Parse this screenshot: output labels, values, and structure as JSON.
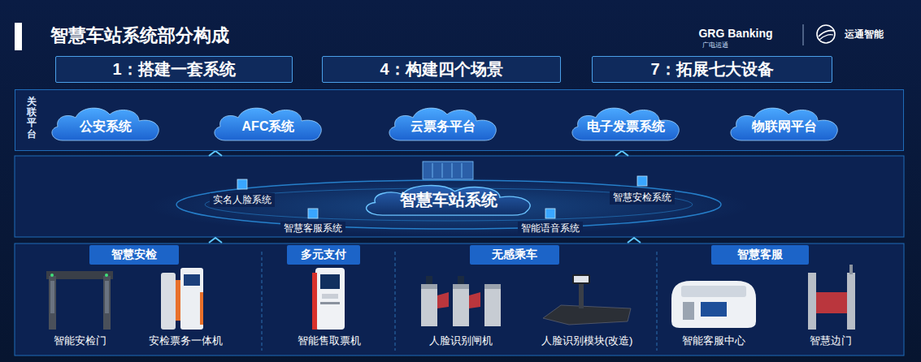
{
  "diagram": {
    "title": "智慧车站系统部分构成",
    "nodes": [
      {
        "text": [
          "1：搭建一套系统"
        ]
      },
      {
        "text": [
          "4：构建四个场景"
        ]
      },
      {
        "text": [
          "7：拓展七大设备"
        ]
      },
      {
        "text": [
          "关联平台"
        ]
      },
      {
        "text": [
          "公安系统"
        ],
        "in": 3
      },
      {
        "text": [
          "AFC系统"
        ],
        "in": 3
      },
      {
        "text": [
          "云票务平台"
        ],
        "in": 3
      },
      {
        "text": [
          "电子发票系统"
        ],
        "in": 3
      },
      {
        "text": [
          "物联网平台"
        ],
        "in": 3
      },
      {
        "text": [
          "智慧车站系统"
        ]
      },
      {
        "text": [
          "智慧安检"
        ]
      },
      {
        "text": [
          "多元支付"
        ]
      },
      {
        "text": [
          "无感乘车"
        ]
      },
      {
        "text": [
          "智慧客服"
        ]
      }
    ],
    "labels": [
      "GRG Banking",
      "广电运通",
      "运通智能",
      "实名人脸系统",
      "智慧安检系统",
      "智慧客服系统",
      "智能语音系统",
      "智能安检门",
      "安检票务一体机",
      "智能售取票机",
      "人脸识别闸机",
      "人脸识别模块(改造)",
      "智能客服中心",
      "智慧边门"
    ]
  }
}
